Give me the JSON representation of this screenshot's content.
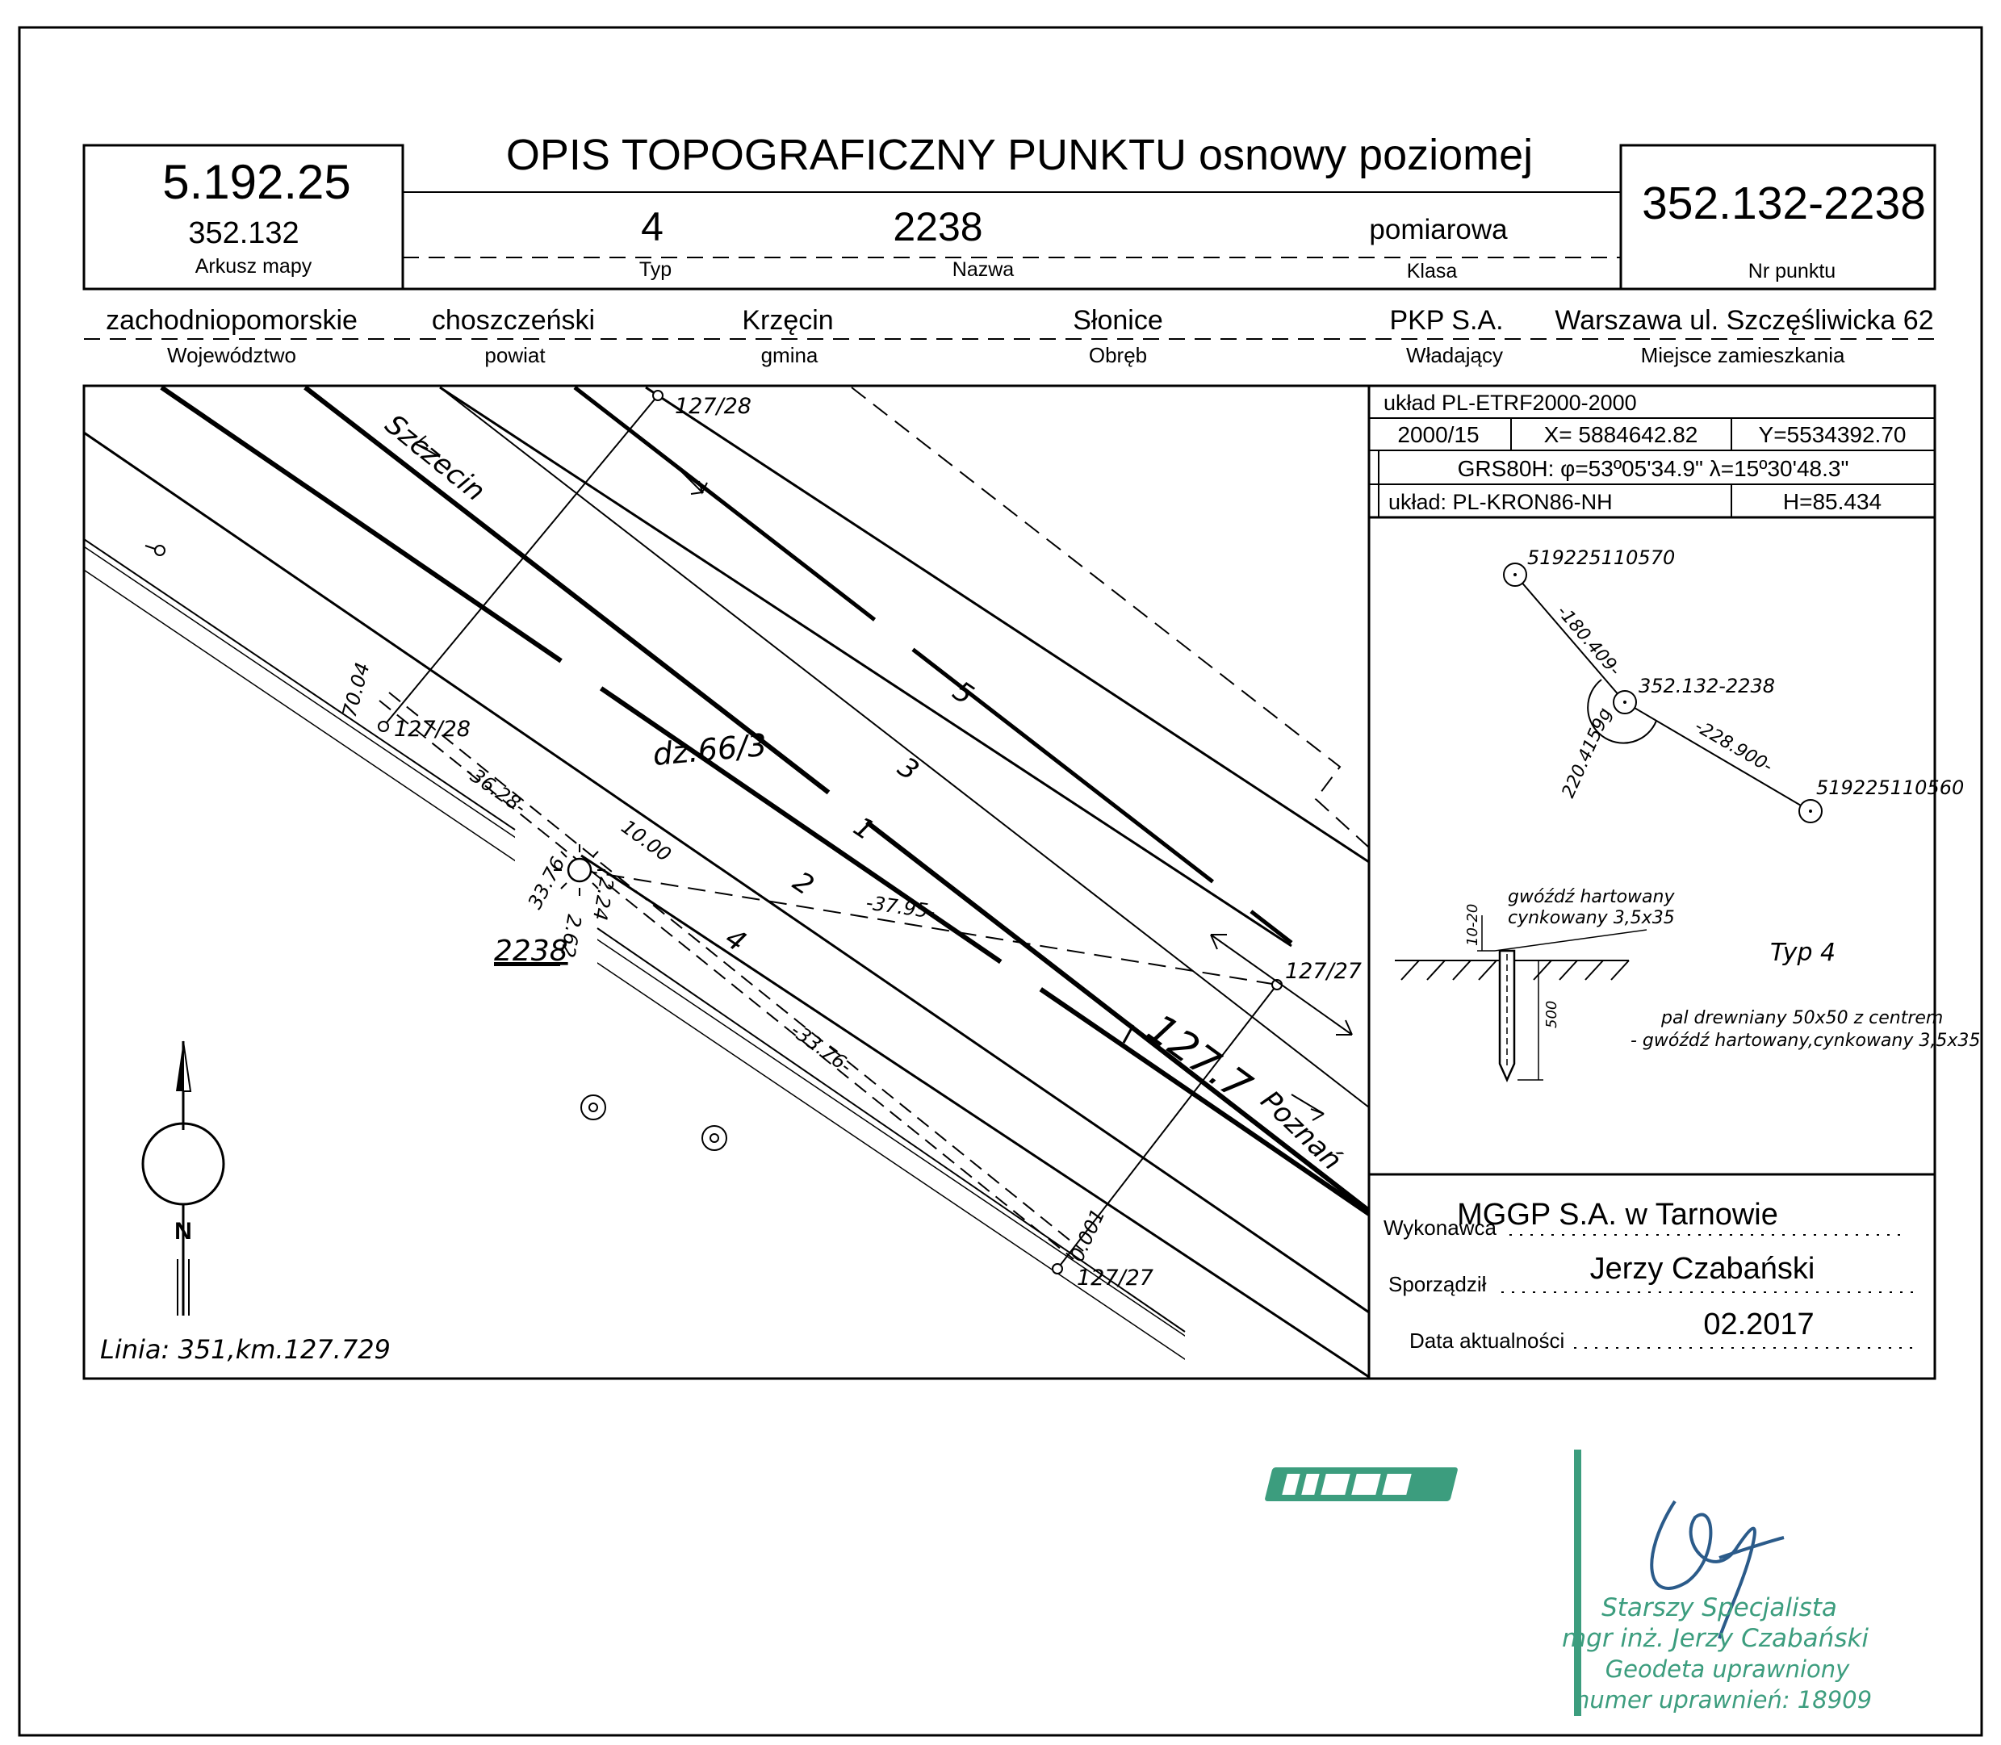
{
  "header": {
    "title": "OPIS TOPOGRAFICZNY PUNKTU osnowy poziomej",
    "map_sheet_main": "5.192.25",
    "map_sheet_sub": "352.132",
    "map_sheet_label": "Arkusz mapy",
    "point_number": "352.132-2238",
    "point_number_label": "Nr punktu",
    "type_value": "4",
    "type_label": "Typ",
    "name_value": "2238",
    "name_label": "Nazwa",
    "class_value": "pomiarowa",
    "class_label": "Klasa"
  },
  "admin": {
    "voivodeship": "zachodniopomorskie",
    "voivodeship_label": "Województwo",
    "county": "choszczeński",
    "county_label": "powiat",
    "commune": "Krzęcin",
    "commune_label": "gmina",
    "precinct": "Słonice",
    "precinct_label": "Obręb",
    "owner": "PKP S.A.",
    "owner_label": "Władający",
    "residence": "Warszawa ul. Szczęśliwicka 62",
    "residence_label": "Miejsce zamieszkania"
  },
  "coords": {
    "system": "układ PL-ETRF2000-2000",
    "zone": "2000/15",
    "x": "X= 5884642.82",
    "y": "Y=5534392.70",
    "grs": "GRS80H: φ=53º05'34.9\" λ=15º30'48.3\"",
    "height_system": "układ: PL-KRON86-NH",
    "height": "H=85.434"
  },
  "sketch": {
    "point_a": "519225110570",
    "point_center": "352.132-2238",
    "point_b": "519225110560",
    "dist_a": "-180.409-",
    "dist_b": "-228.900-",
    "angle": "220.4159g"
  },
  "marker": {
    "nail_line1": "gwóźdź hartowany",
    "nail_line2": "cynkowany 3,5x35",
    "dim_top": "10-20",
    "dim_length": "500",
    "type_text": "Typ 4",
    "desc_line1": "pal drewniany 50x50 z centrem",
    "desc_line2": "- gwóźdź hartowany,cynkowany 3,5x35"
  },
  "map": {
    "label_chainage_top": "127/28",
    "label_chainage_mid": "127/28",
    "label_chainage_right": "127/27",
    "label_chainage_bottom": "127/27",
    "direction_szczecin": "Szczecin",
    "direction_poznan": "Poznań",
    "parcel": "dz.66/3",
    "track_5": "5",
    "track_3": "3",
    "track_1": "1",
    "track_2": "2",
    "track_4": "4",
    "km_marker": "127.7",
    "point_name": "2238",
    "dist_7004": "70.04",
    "dist_3628": "-36.28-",
    "dist_1000": "10.00",
    "dist_3795": "-37.95-",
    "dist_3376a": "33.76",
    "dist_224": "2.24",
    "dist_262": "2.62",
    "dist_3376b": "-33.76-",
    "dist_0001": "0.001",
    "north_letter": "N",
    "line_info": "Linia: 351,km.127.729"
  },
  "footer": {
    "contractor_label": "Wykonawca",
    "contractor": "MGGP S.A.  w Tarnowie",
    "author_label": "Sporządził",
    "author": "Jerzy Czabański",
    "date_label": "Data aktualności",
    "date": "02.2017"
  },
  "stamp": {
    "logo": "mggp",
    "line1": "Starszy Specjalista",
    "line2": "mgr inż. Jerzy Czabański",
    "line3": "Geodeta uprawniony",
    "line4": "numer uprawnień: 18909"
  }
}
